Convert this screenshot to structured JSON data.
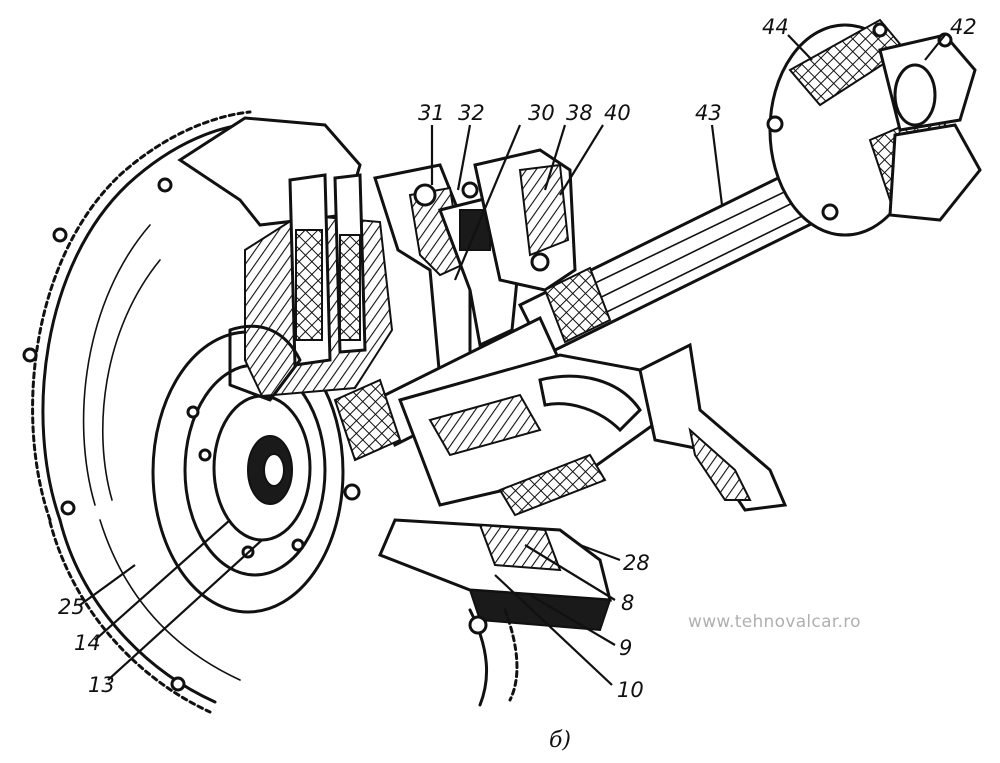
{
  "callouts": {
    "c44": "44",
    "c42": "42",
    "c31": "31",
    "c32": "32",
    "c30": "30",
    "c38": "38",
    "c40": "40",
    "c43": "43",
    "c28": "28",
    "c8": "8",
    "c9": "9",
    "c10": "10",
    "c25": "25",
    "c14": "14",
    "c13": "13"
  },
  "watermark": "www.tehnovalcar.ro",
  "caption": "б)"
}
